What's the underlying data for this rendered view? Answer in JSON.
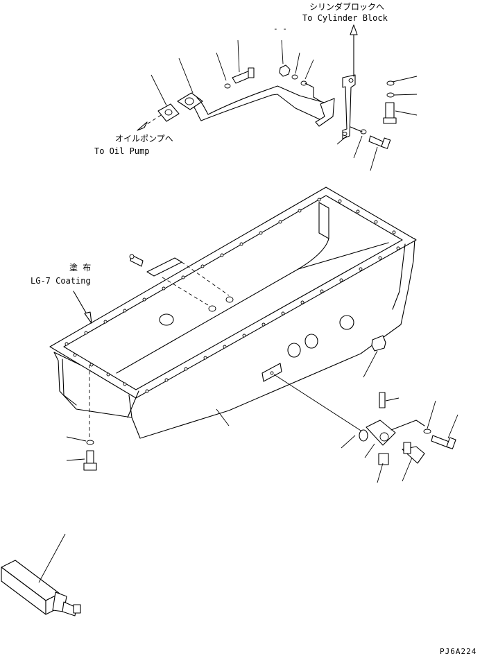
{
  "labels": {
    "to_cylinder_block_jp": "シリンダブロックへ",
    "to_cylinder_block_en": "To Cylinder Block",
    "to_oil_pump_jp": "オイルポンプへ",
    "to_oil_pump_en": "To Oil Pump",
    "coating_jp": "塗 布",
    "coating_en": "LG-7 Coating",
    "dash_mark": "- -",
    "drawing_code": "PJ6A224"
  }
}
